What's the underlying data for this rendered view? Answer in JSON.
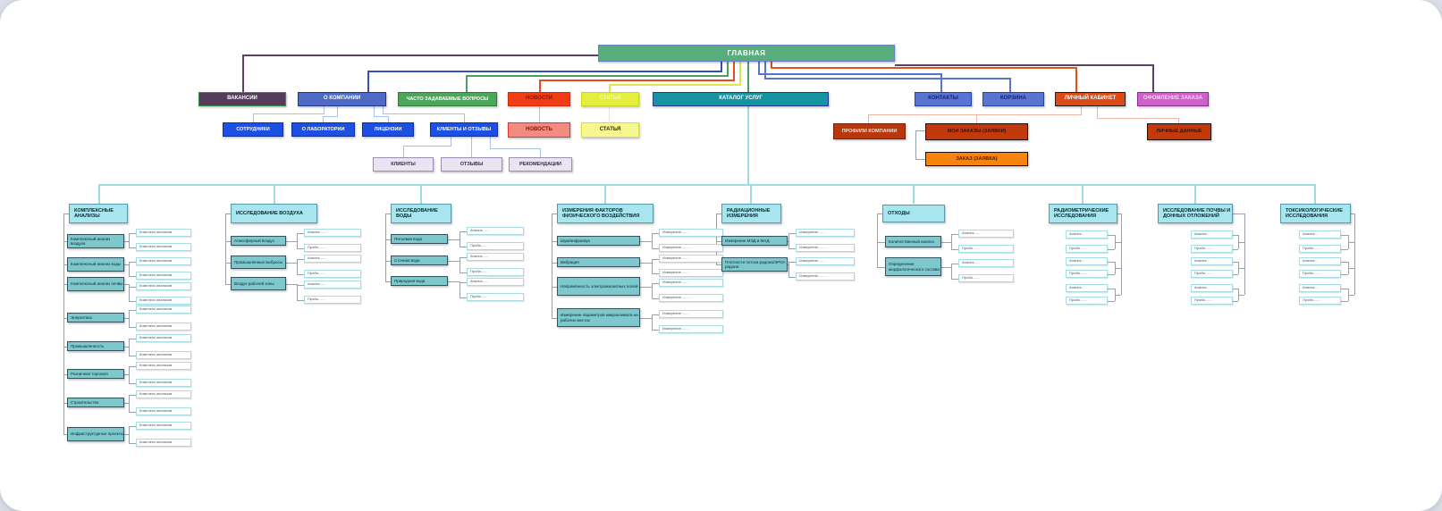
{
  "root": "ГЛАВНАЯ",
  "nav": {
    "vacancies": "ВАКАНСИИ",
    "about": "О КОМПАНИИ",
    "staff": "СОТРУДНИКИ",
    "lab": "О ЛАБОРАТОРИИ",
    "licenses": "ЛИЦЕНЗИИ",
    "clients_reviews": "КЛИЕНТЫ И ОТЗЫВЫ",
    "clients": "КЛИЕНТЫ",
    "reviews": "ОТЗЫВЫ",
    "recommendations": "РЕКОМЕНДАЦИИ",
    "faq": "ЧАСТО ЗАДАВАЕМЫЕ ВОПРОСЫ",
    "news": "НОВОСТИ",
    "news_item": "НОВОСТЬ",
    "articles": "СТАТЬИ",
    "article_item": "СТАТЬЯ",
    "catalog": "КАТАЛОГ УСЛУГ",
    "contacts": "КОНТАКТЫ",
    "cart": "КОРЗИНА",
    "account": "ЛИЧНЫЙ КАБИНЕТ",
    "company_profiles": "ПРОФИЛИ КОМПАНИИ",
    "my_orders": "МОИ ЗАКАЗЫ (ЗАЯВКИ)",
    "order": "ЗАКАЗ (ЗАЯВКА)",
    "personal_data": "ЛИЧНЫЕ ДАННЫЕ",
    "checkout": "ОФОМЛЕНИЕ ЗАКАЗА"
  },
  "catalog_tree": [
    {
      "label": "КОМПЛЕКСНЫЕ АНАЛИЗЫ",
      "items": [
        {
          "label": "Комплексный анализ воздуха",
          "leaves": [
            "Комплекс анализов",
            "Комплекс анализов"
          ]
        },
        {
          "label": "Комплексный анализ воды",
          "leaves": [
            "Комплекс анализов",
            "Комплекс анализов"
          ]
        },
        {
          "label": "Комплексный анализ почвы",
          "leaves": [
            "Комплекс анализов",
            "Комплекс анализов"
          ]
        },
        {
          "label": "Энергетика",
          "leaves": [
            "Комплекс анализов",
            "Комплекс анализов"
          ]
        },
        {
          "label": "Промышленность",
          "leaves": [
            "Комплекс анализов",
            "Комплекс анализов"
          ]
        },
        {
          "label": "Розничная торговля",
          "leaves": [
            "Комплекс анализов",
            "Комплекс анализов"
          ]
        },
        {
          "label": "Строительство",
          "leaves": [
            "Комплекс анализов",
            "Комплекс анализов"
          ]
        },
        {
          "label": "Инфраструктурные проекты",
          "leaves": [
            "Комплекс анализов",
            "Комплекс анализов"
          ]
        }
      ]
    },
    {
      "label": "ИССЛЕДОВАНИЕ ВОЗДУХА",
      "items": [
        {
          "label": "Атмосферный воздух",
          "leaves": [
            "Анализ......",
            "Проба......."
          ]
        },
        {
          "label": "Промышленные выбросы",
          "leaves": [
            "Анализ......",
            "Проба......."
          ]
        },
        {
          "label": "Воздух рабочей зоны",
          "leaves": [
            "Анализ......",
            "Проба......."
          ]
        }
      ]
    },
    {
      "label": "ИССЛЕДОВАНИЕ ВОДЫ",
      "items": [
        {
          "label": "Питьевая вода",
          "leaves": [
            "Анализ......",
            "Проба......."
          ]
        },
        {
          "label": "Сточная вода",
          "leaves": [
            "Анализ......",
            "Проба......."
          ]
        },
        {
          "label": "Природная вода",
          "leaves": [
            "Анализ......",
            "Проба......."
          ]
        }
      ]
    },
    {
      "label": "ИЗМЕРЕНИЯ ФАКТОРОВ ФИЗИЧЕСКОГО ВОЗДЕЙСТВИЯ",
      "items": [
        {
          "label": "Шум/инфразвук",
          "leaves": [
            "Измерение........",
            "Измерение........"
          ]
        },
        {
          "label": "Вибрация",
          "leaves": [
            "Измерение........",
            "Измерение........"
          ]
        },
        {
          "label": "Напряжённость электромагнитных полей",
          "leaves": [
            "Измерение........",
            "Измерение........"
          ]
        },
        {
          "label": "Измерение параметров микроклимата на рабочих местах",
          "leaves": [
            "Измерение........",
            "Измерение........"
          ]
        }
      ]
    },
    {
      "label": "РАДИАЦИОННЫЕ ИЗМЕРЕНИЯ",
      "items": [
        {
          "label": "Измерение МЭД и МАД",
          "leaves": [
            "Измерение........",
            "Измерение........"
          ]
        },
        {
          "label": "Плотности потока радона/ЭРОА радона",
          "leaves": [
            "Измерение........",
            "Измерение........"
          ]
        }
      ]
    },
    {
      "label": "ОТХОДЫ",
      "items": [
        {
          "label": "Количественный анализ",
          "leaves": [
            "Анализ......",
            "Проба......."
          ]
        },
        {
          "label": "Определение морфологического состава",
          "leaves": [
            "Анализ......",
            "Проба......."
          ]
        }
      ]
    },
    {
      "label": "РАДИОМЕТРИЧЕСКИЕ ИССЛЕДОВАНИЯ",
      "leaves": [
        "Анализ...",
        "Проба........",
        "Анализ...",
        "Проба........",
        "Анализ...",
        "Проба........"
      ]
    },
    {
      "label": "ИССЛЕДОВАНИЕ ПОЧВЫ И ДОННЫХ ОТЛОЖЕНИЙ",
      "leaves": [
        "Анализ...",
        "Проба........",
        "Анализ...",
        "Проба........",
        "Анализ...",
        "Проба........"
      ]
    },
    {
      "label": "ТОКСИКОЛОГИЧЕСКИЕ ИССЛЕДОВАНИЯ",
      "leaves": [
        "Анализ...",
        "Проба........",
        "Анализ...",
        "Проба........",
        "Анализ...",
        "Проба........"
      ]
    }
  ],
  "colors": {
    "root_green": "#57ae7c",
    "catalog_teal": "#1593a0",
    "faq_green": "#4ea65c",
    "news_red": "#f23c14",
    "articles_lime": "#e3ee3e",
    "vacancies_plum": "#543c5a",
    "about_indigo": "#4e6ac6",
    "child_blue": "#1c50e2",
    "contacts_blue": "#5a74d2",
    "account_orange": "#dd4a16",
    "checkout_magenta": "#cf5fcb",
    "dark_red": "#b8380e",
    "order_orange": "#f8830f",
    "lavender": "#e9e3f2",
    "category_cyan": "#a7e6ef",
    "service_teal": "#7cc8cd",
    "tree_line_teal": "#9edae3",
    "tree_line_gray": "#99a1ab"
  }
}
